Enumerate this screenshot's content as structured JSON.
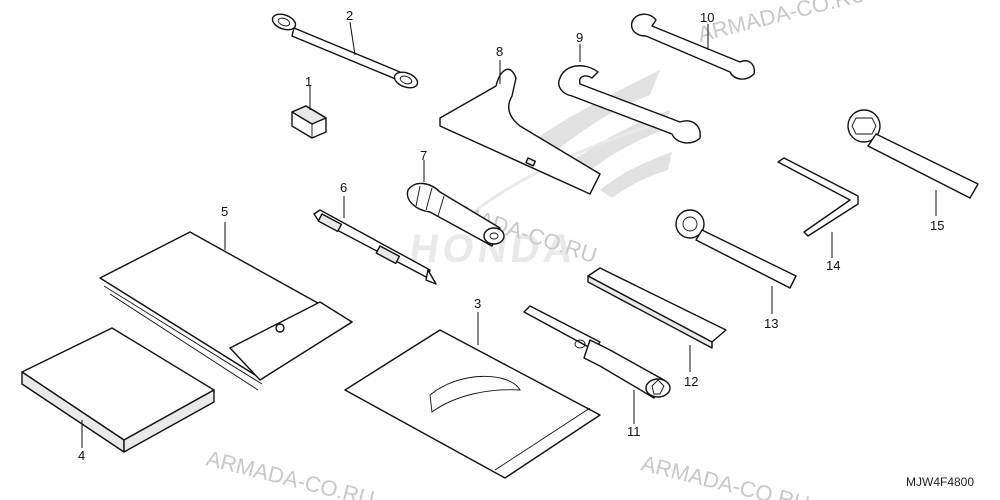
{
  "diagram": {
    "callouts": [
      "1",
      "2",
      "3",
      "4",
      "5",
      "6",
      "7",
      "8",
      "9",
      "10",
      "11",
      "12",
      "13",
      "14",
      "15"
    ],
    "watermarks": [
      "ARMADA-CO.RU",
      "ARMADA-CO.RU",
      "ARMADA-CO.RU",
      "ARMADA-CO.RU"
    ],
    "brand_logo_text": "HONDA",
    "drawing_code": "MJW4F4800"
  }
}
